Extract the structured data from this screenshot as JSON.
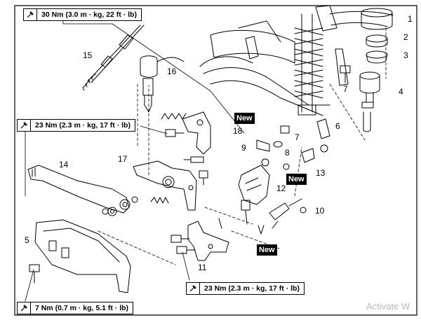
{
  "torque_specs": [
    {
      "id": "t1",
      "text": "30 Nm (3.0 m · kg, 22 ft · lb)"
    },
    {
      "id": "t2",
      "text": "23 Nm (2.3 m · kg, 17 ft · lb)"
    },
    {
      "id": "t3",
      "text": "23 Nm (2.3 m · kg, 17 ft · lb)"
    },
    {
      "id": "t4",
      "text": "7 Nm (0.7 m · kg, 5.1 ft · lb)"
    }
  ],
  "new_tags": [
    "New",
    "New",
    "New"
  ],
  "part_numbers": [
    "1",
    "2",
    "3",
    "4",
    "5",
    "6",
    "7",
    "7",
    "8",
    "9",
    "10",
    "11",
    "12",
    "13",
    "14",
    "15",
    "16",
    "17",
    "18"
  ],
  "watermark": "Activate W"
}
